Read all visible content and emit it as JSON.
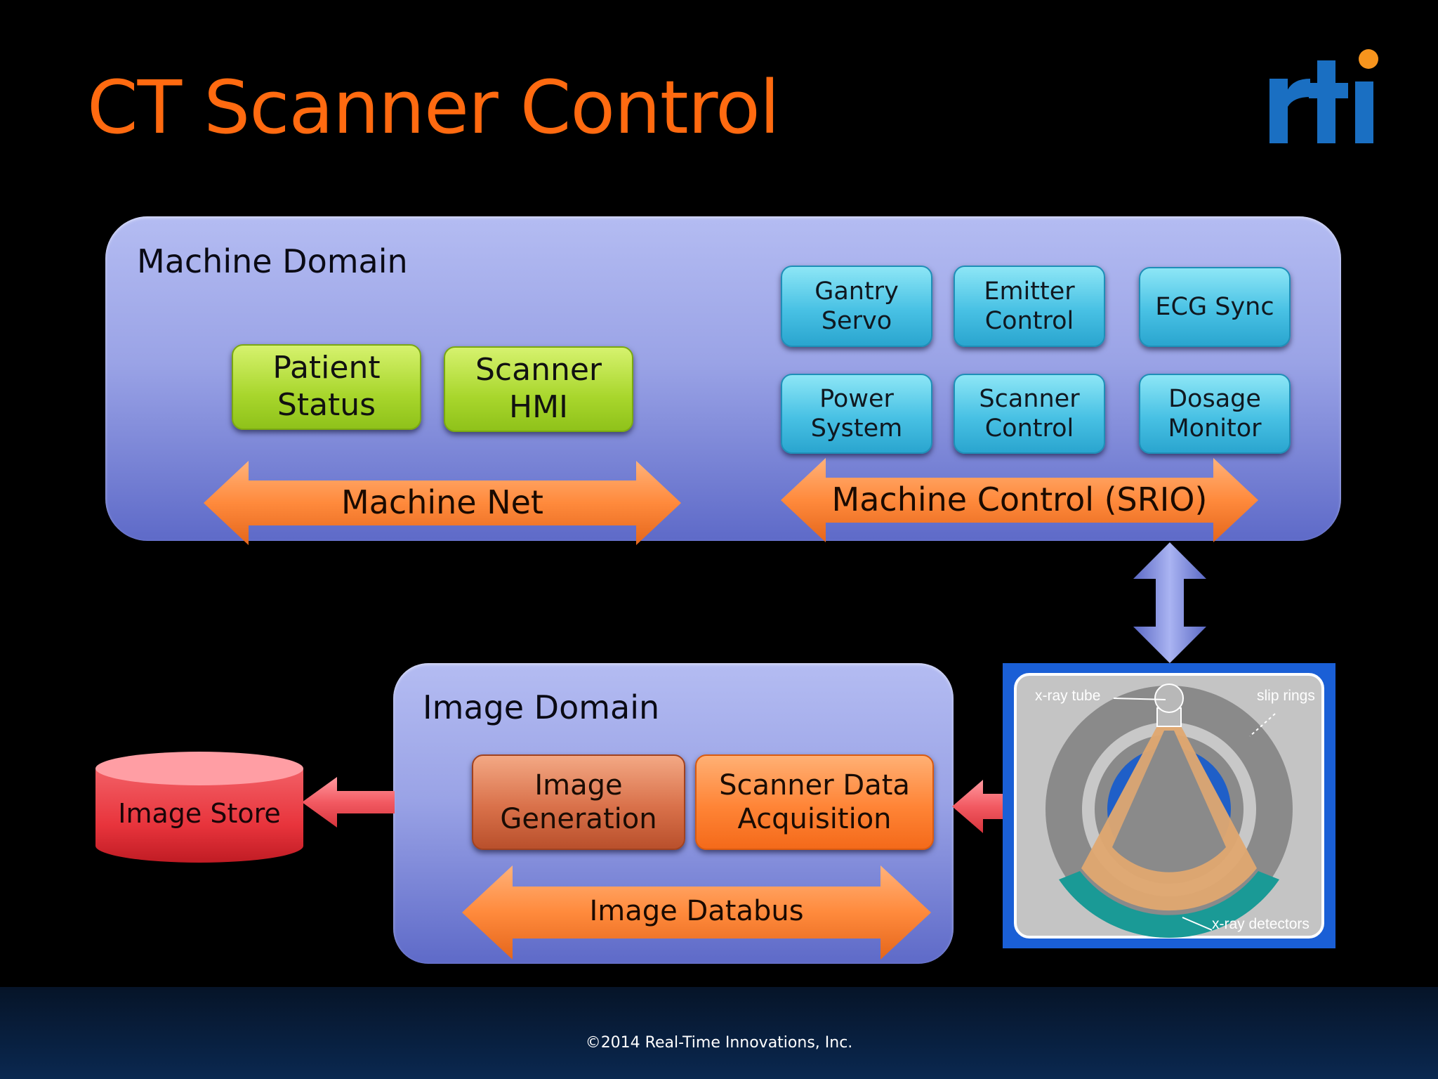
{
  "slide": {
    "title": "CT Scanner Control",
    "footer": "©2014 Real-Time Innovations, Inc."
  },
  "logo": {
    "text": "rti",
    "color": "#1a6fc2",
    "dot_color": "#f7941d"
  },
  "machine_domain": {
    "label": "Machine Domain",
    "green_boxes": [
      "Patient\nStatus",
      "Scanner\nHMI"
    ],
    "cyan_boxes": [
      "Gantry\nServo",
      "Emitter\nControl",
      "ECG Sync",
      "Power\nSystem",
      "Scanner\nControl",
      "Dosage\nMonitor"
    ],
    "machine_net": "Machine Net",
    "machine_control": "Machine Control (SRIO)"
  },
  "image_domain": {
    "label": "Image Domain",
    "boxes": [
      "Image\nGeneration",
      "Scanner Data\nAcquisition"
    ],
    "databus": "Image Databus"
  },
  "image_store": {
    "label": "Image Store"
  },
  "ct_illustration": {
    "labels": {
      "tube": "x-ray tube",
      "rings": "slip rings",
      "detectors": "x-ray detectors"
    }
  },
  "colors": {
    "title": "#ff6a10",
    "arrow": "#ff8a3c",
    "domain": "#9aa3e6",
    "green": "#a8d62c",
    "cyan": "#48c1e4",
    "store": "#e8343c",
    "ct_frame": "#1a5fd6"
  }
}
